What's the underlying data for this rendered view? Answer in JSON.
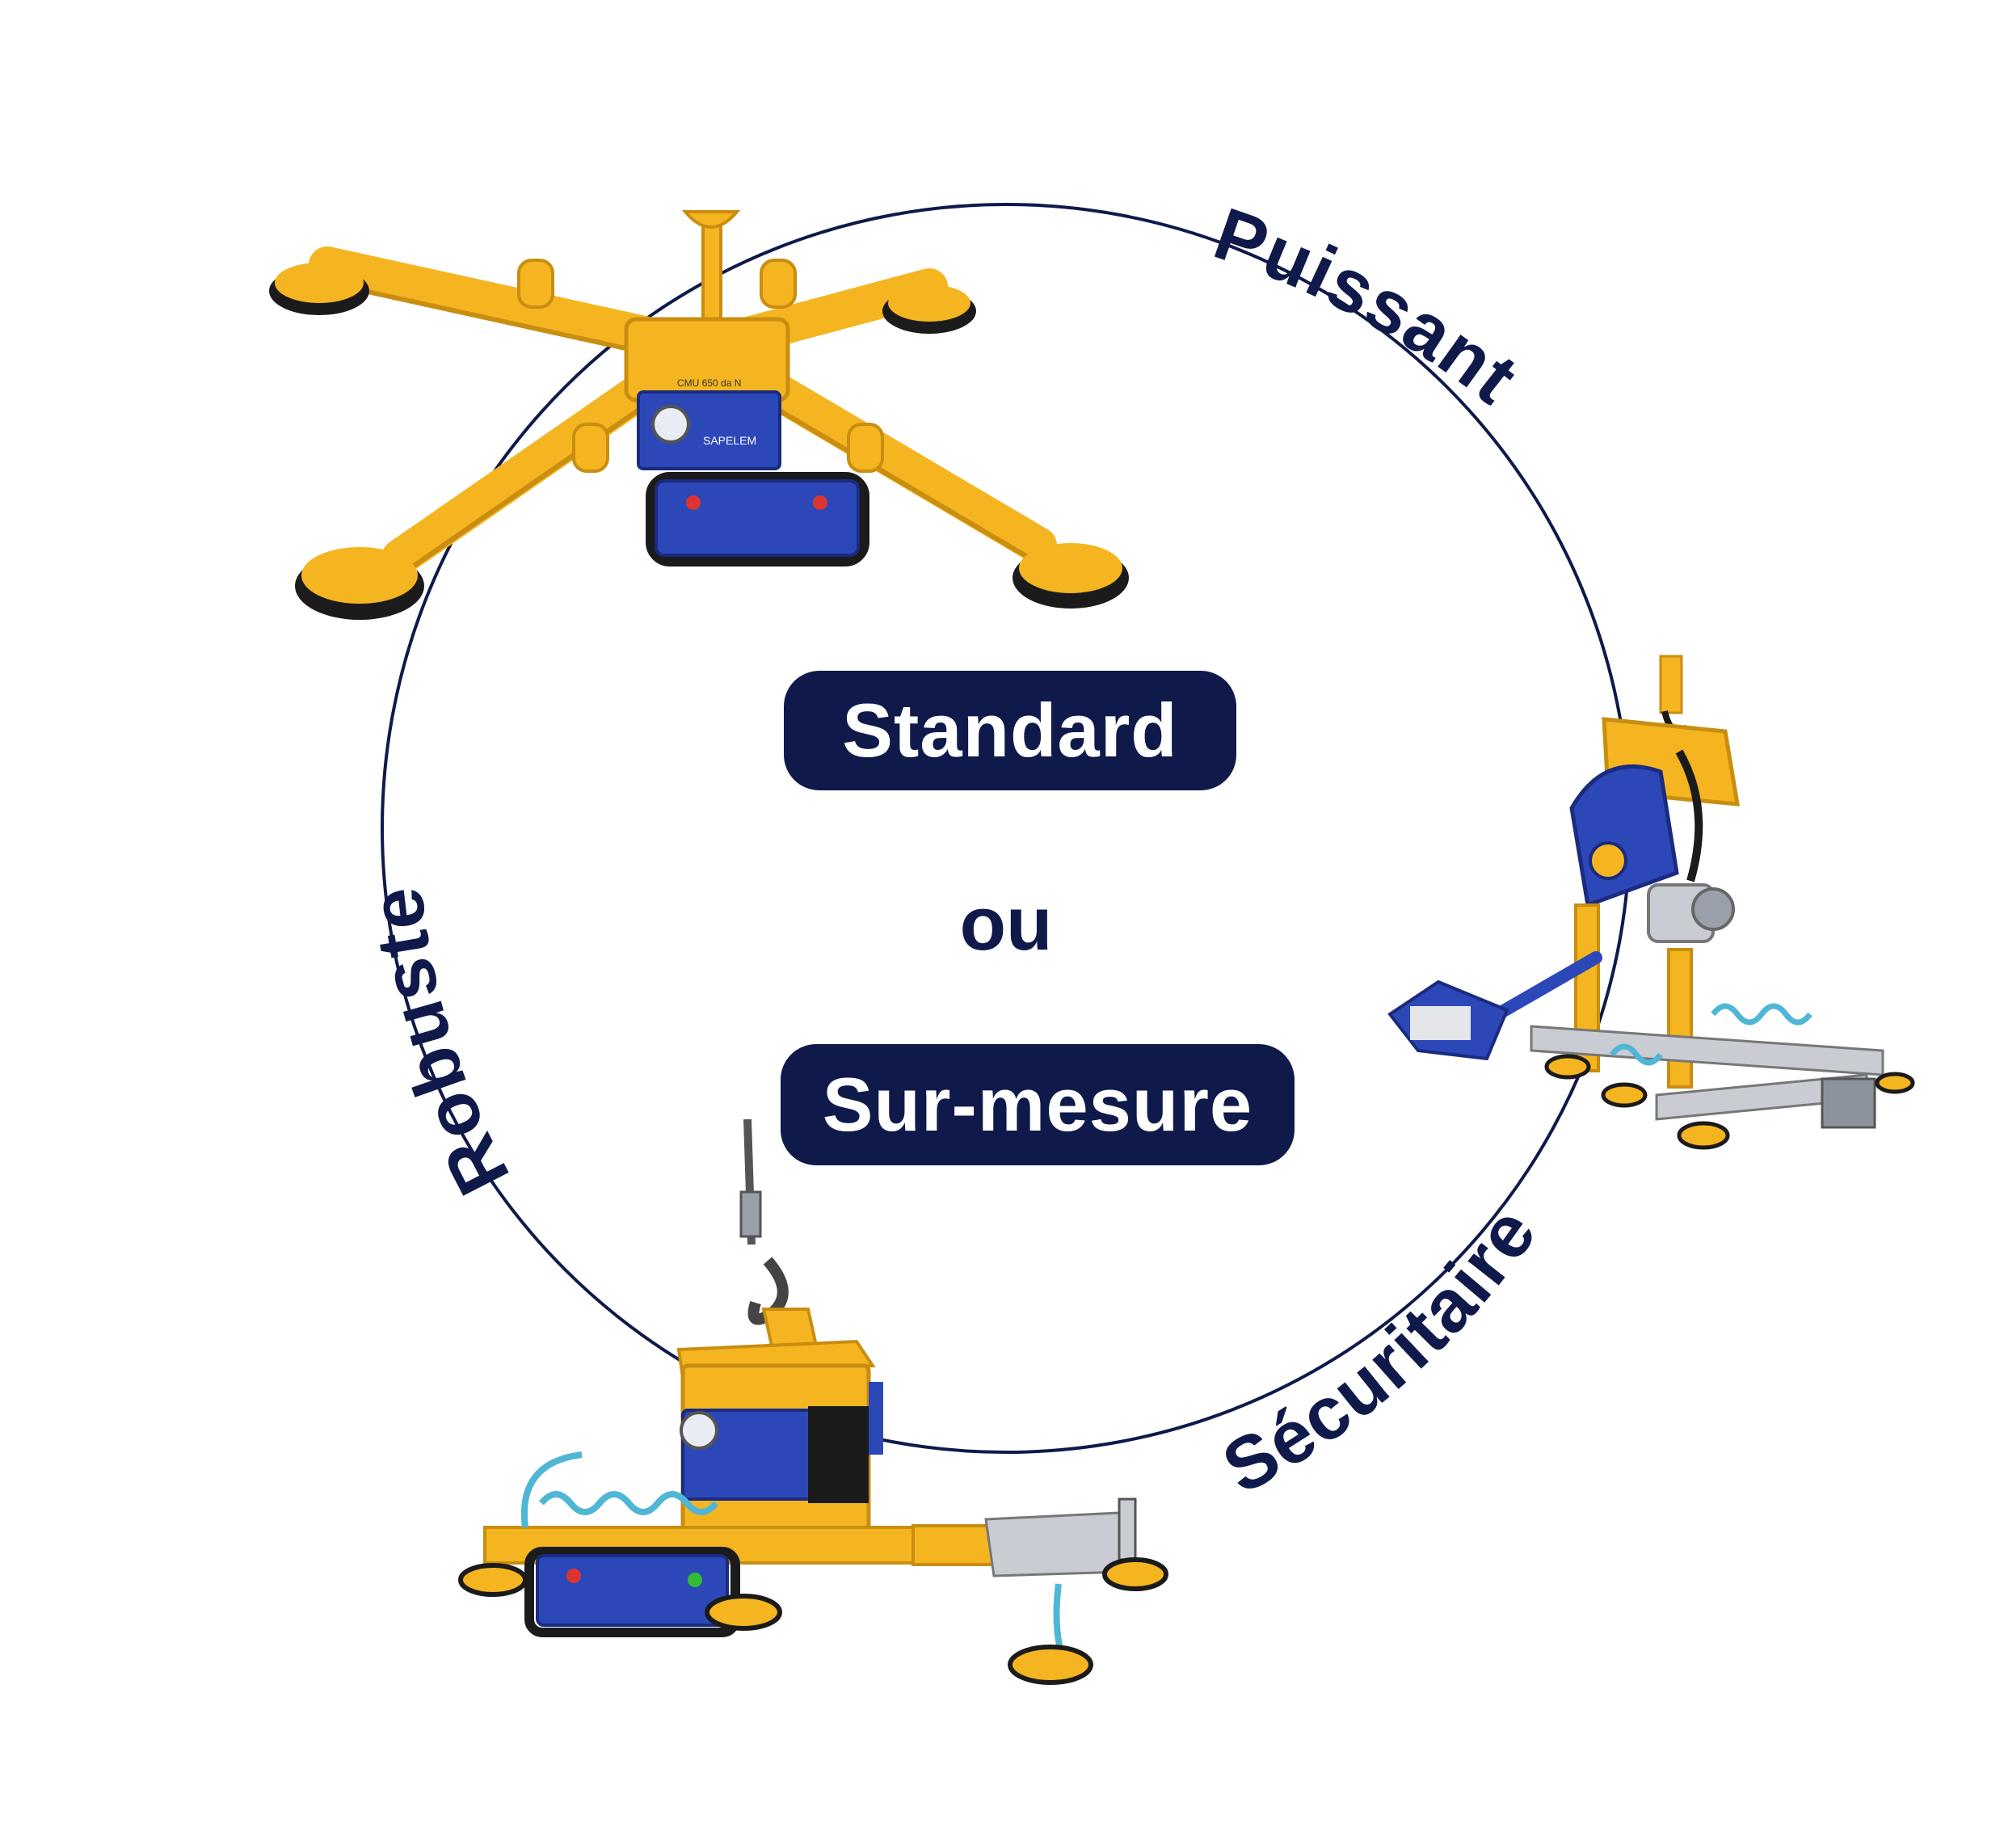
{
  "colors": {
    "navy": "#0f1a4b",
    "yellow": "#f4b521",
    "yellow_dark": "#c98d10",
    "blue": "#2c48b8",
    "steel": "#b8bec8",
    "black": "#1b1b1b",
    "white": "#ffffff"
  },
  "center": {
    "standard_label": "Standard",
    "or_label": "ou",
    "custom_label": "Sur-mesure"
  },
  "arc_labels": {
    "puissant": "Puissant",
    "robuste": "Robuste",
    "securitaire": "Sécuritaire"
  },
  "machines": {
    "brand": "SAPELEM",
    "capacity_label": "CMU 650 da N"
  }
}
